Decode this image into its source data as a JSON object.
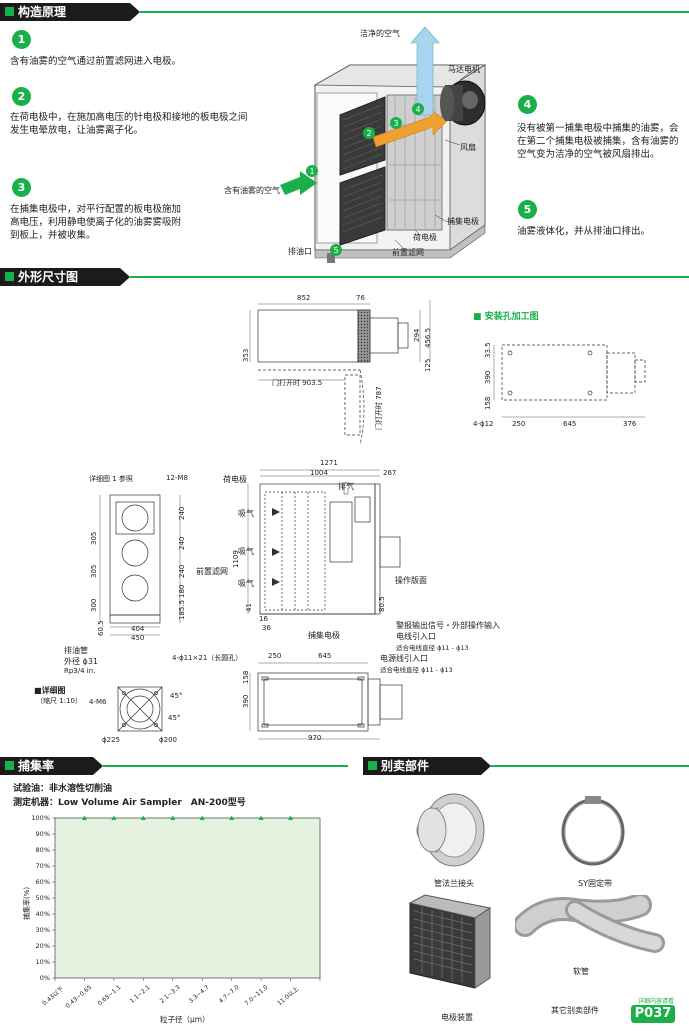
{
  "sections": {
    "principle": "构造原理",
    "dimensions": "外形尺寸图",
    "efficiency": "捕集率",
    "accessories": "别卖部件"
  },
  "principle": {
    "steps": [
      {
        "num": "1",
        "text": "含有油雾的空气通过前置滤网进入电极。"
      },
      {
        "num": "2",
        "text": "在荷电极中，在施加高电压的针电极和接地的板电极之间发生电晕放电，让油雾离子化。"
      },
      {
        "num": "3",
        "text": "在捕集电极中，对平行配置的板电极施加高电压，利用静电使离子化的油雾雾吸附到板上，并被收集。"
      },
      {
        "num": "4",
        "text": "没有被第一捕集电极中捕集的油雾，会在第二个捕集电极被捕集，含有油雾的空气变为洁净的空气被风扇排出。"
      },
      {
        "num": "5",
        "text": "油雾液体化，并从排油口排出。"
      }
    ],
    "labels": {
      "clean_air": "洁净的空气",
      "motor": "马达电机",
      "fan": "风扇",
      "oily_air": "含有油雾的空气",
      "collect_electrode": "捕集电极",
      "charge_electrode": "荷电极",
      "drain": "排油口",
      "pre_filter": "前置滤网"
    }
  },
  "dimensions": {
    "top_view": {
      "w852": "852",
      "w76": "76",
      "h353": "353",
      "h294": "294",
      "h456": "456.5",
      "h125": "125",
      "door_h": "门打开时 903.5",
      "door_v": "门打开时 787"
    },
    "mount_title": "安装孔加工图",
    "mount": {
      "h33": "33.5",
      "h390": "390",
      "h158": "158",
      "holes": "4-ϕ12",
      "w250": "250",
      "w645": "645",
      "w376": "376"
    },
    "front": {
      "w1271": "1271",
      "w1004": "1004",
      "w267": "267",
      "detail_ref": "详细图 1 参照",
      "bolt": "12-M8",
      "h305a": "305",
      "h305b": "305",
      "h300": "300",
      "h60": "60.5",
      "h240a": "240",
      "h240b": "240",
      "h240c": "240",
      "h180": "180",
      "h185": "185.5",
      "w404": "404",
      "w450": "450",
      "h1109": "1109",
      "h41": "41",
      "w16": "16",
      "w36": "36",
      "h80": "80.5",
      "intake1": "吸气",
      "intake2": "吸气",
      "intake3": "吸气",
      "exhaust": "排气",
      "charge_electrode": "荷电极",
      "pre_filter": "前置滤网",
      "panel": "操作版面",
      "collect_electrode": "捕集电极",
      "signal": "警报输出信号・外部操作输入",
      "signal2": "电线引入口",
      "signal_size": "适合电线直径 ϕ11 - ϕ13",
      "power": "电源线引入口",
      "power_size": "适合电线直径 ϕ11 - ϕ13",
      "drain_pipe": "排油管",
      "drain_od": "外径 ϕ31",
      "drain_thread": "Rp3/4 in."
    },
    "bottom": {
      "holes": "4-ϕ11×21（长圆孔）",
      "w250": "250",
      "w645": "645",
      "h158": "158",
      "h390": "390",
      "w970": "970"
    },
    "detail": {
      "title": "■详细图",
      "scale": "（缩尺 1:10）",
      "bolts": "4-M6",
      "d225": "ϕ225",
      "d200": "ϕ200",
      "a45a": "45°",
      "a45b": "45°"
    }
  },
  "efficiency": {
    "test_oil": "试验油：非水溶性切削油",
    "instrument": "测定机器：Low Volume Air Sampler　AN-200型号"
  },
  "chart_data": {
    "type": "line",
    "title": "",
    "xlabel": "粒子径（μm）",
    "ylabel": "捕集率(%)",
    "ylim": [
      0,
      100
    ],
    "yticks": [
      "0%",
      "10%",
      "20%",
      "30%",
      "40%",
      "50%",
      "60%",
      "70%",
      "80%",
      "90%",
      "100%"
    ],
    "categories": [
      "0.43以下",
      "0.43~0.65",
      "0.65~1.1",
      "1.1~2.1",
      "2.1~3.3",
      "3.3~4.7",
      "4.7~7.0",
      "7.0~11.0",
      "11.0以上"
    ],
    "values": [
      100,
      100,
      100,
      100,
      100,
      100,
      100,
      100
    ],
    "colors": {
      "plot_bg": "#e4f2df",
      "marker": "#19b04a"
    }
  },
  "accessories": {
    "items": [
      "管法兰接头",
      "SY固定带",
      "软管",
      "电极装置",
      "其它别卖部件"
    ],
    "ref_note": "详细内容请看",
    "ref_page": "P037"
  },
  "colors": {
    "accent": "#19b04a",
    "bar": "#1b1b1b"
  }
}
